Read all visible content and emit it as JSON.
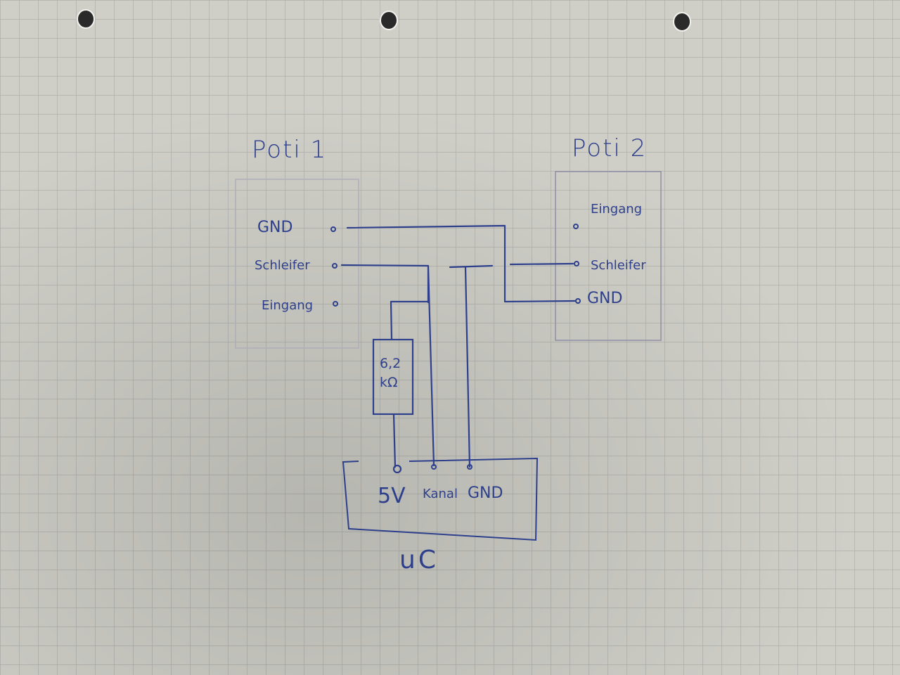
{
  "poti1": {
    "title": "Poti 1",
    "pins": {
      "gnd": "GND",
      "schleifer": "Schleifer",
      "eingang": "Eingang"
    }
  },
  "poti2": {
    "title": "Poti 2",
    "pins": {
      "eingang": "Eingang",
      "schleifer": "Schleifer",
      "gnd": "GND"
    }
  },
  "resistor": {
    "value": "6,2",
    "unit": "kΩ"
  },
  "uc": {
    "label": "uC",
    "pins": {
      "v5": "5V",
      "kanal": "Kanal",
      "gnd": "GND"
    }
  },
  "colors": {
    "ink": "#2e3f8c",
    "paper": "#cfcfc8",
    "grid": "#a9aaa6"
  }
}
